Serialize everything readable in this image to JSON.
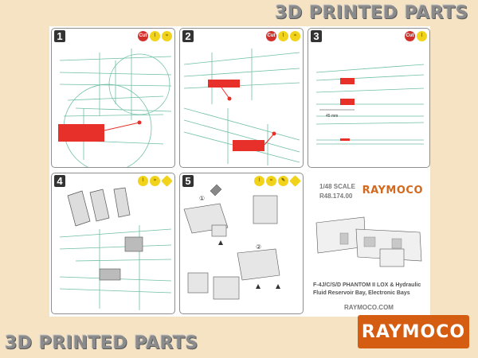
{
  "banners": {
    "top": "3D PRINTED PARTS",
    "bottom": "3D PRINTED PARTS"
  },
  "panels": [
    {
      "number": "1"
    },
    {
      "number": "2"
    },
    {
      "number": "3"
    },
    {
      "number": "4"
    },
    {
      "number": "5"
    }
  ],
  "icons": {
    "cut_label": "Cut"
  },
  "info": {
    "scale": "1/48 SCALE",
    "code": "R48.174.00",
    "brand": "RAYMOCO",
    "title_line1": "F-4J/C/S/D PHANTOM II LOX & Hydraulic",
    "title_line2": "Fluid Reservoir Bay, Electronic Bays",
    "url": "RAYMOCO.COM"
  },
  "step5_markers": [
    "①",
    "②"
  ],
  "step3_dimension": "45 mm",
  "logo": {
    "text": "RAYMOCO"
  },
  "colors": {
    "highlight": "#e8302b",
    "line": "#6fbfa5",
    "accent": "#d45d12"
  }
}
